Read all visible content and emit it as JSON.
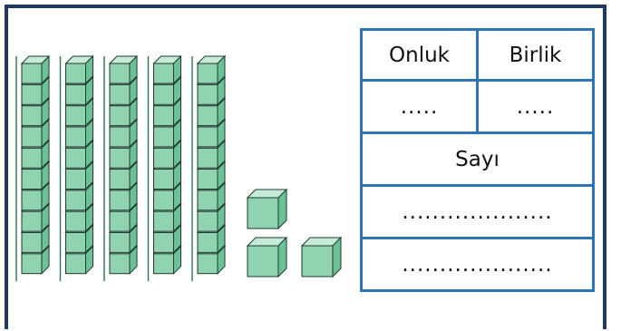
{
  "table": {
    "header": [
      "Onluk",
      "Birlik"
    ],
    "digit_blanks": [
      ".....",
      "....."
    ],
    "number_label": "Sayı",
    "answer_blanks": [
      "....................",
      "...................."
    ]
  },
  "colors": {
    "frame": "#1f3864",
    "table_border": "#2e75b6",
    "cube_fill": "#8fd3b0",
    "cube_top": "#c6ecd8",
    "cube_side": "#6cc197",
    "cube_stroke": "#1f3a2e",
    "rod_divider": "#3a7a5a"
  },
  "base_ten_blocks": {
    "tens_rods": 5,
    "cubes_per_rod": 10,
    "ones_units": 3
  }
}
